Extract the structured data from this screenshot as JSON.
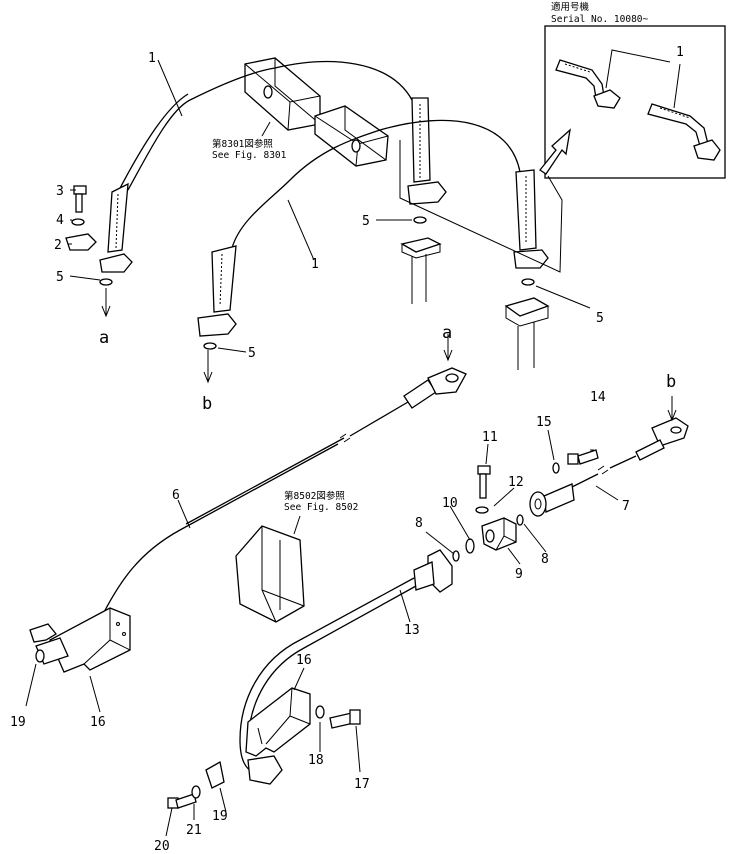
{
  "serial_box": {
    "line1": "適用号機",
    "line2": "Serial No. 10080~"
  },
  "refs": {
    "fig8301_jp": "第8301図参照",
    "fig8301_en": "See Fig. 8301",
    "fig8502_jp": "第8502図参照",
    "fig8502_en": "See Fig. 8502"
  },
  "callouts": {
    "n1a": "1",
    "n1b": "1",
    "n1c": "1",
    "n2": "2",
    "n3": "3",
    "n4": "4",
    "n5a": "5",
    "n5b": "5",
    "n5c": "5",
    "n5d": "5",
    "n6": "6",
    "n7": "7",
    "n8a": "8",
    "n8b": "8",
    "n9": "9",
    "n10": "10",
    "n11": "11",
    "n12": "12",
    "n13": "13",
    "n14": "14",
    "n15": "15",
    "n16a": "16",
    "n16b": "16",
    "n17": "17",
    "n18": "18",
    "n19a": "19",
    "n19b": "19",
    "n20": "20",
    "n21": "21",
    "a1": "a",
    "a2": "a",
    "b1": "b",
    "b2": "b"
  }
}
